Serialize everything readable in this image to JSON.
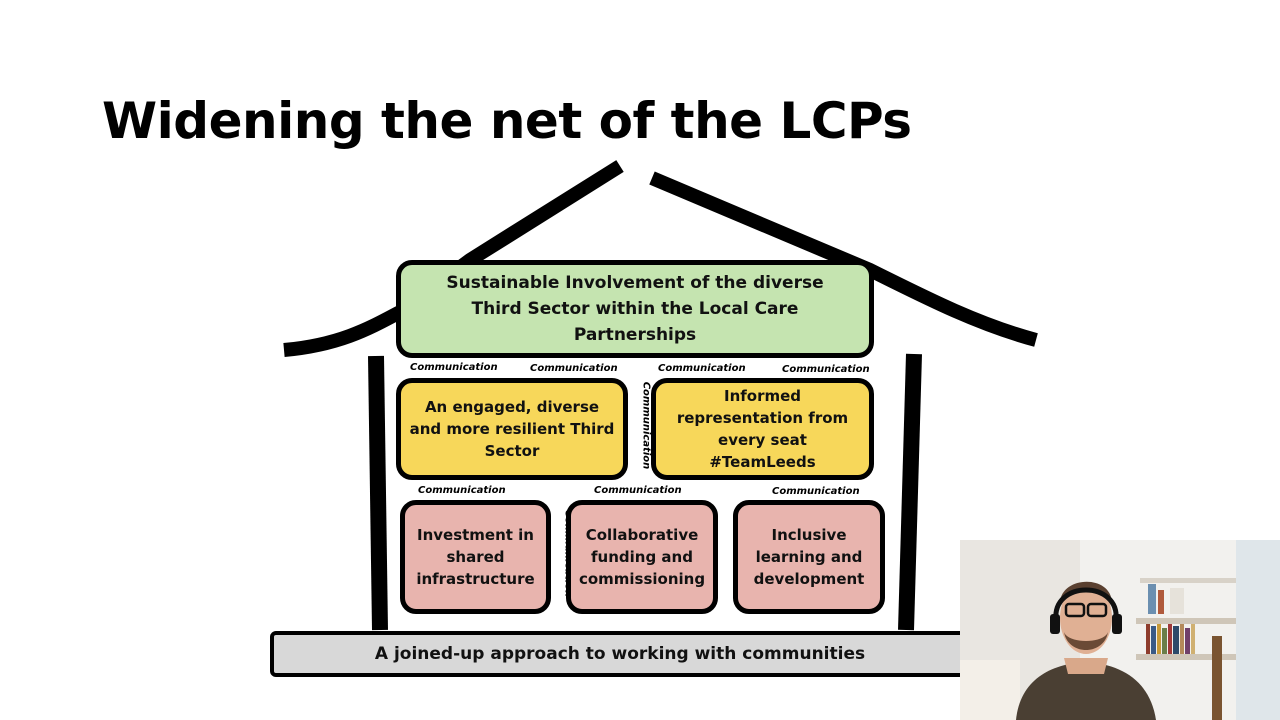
{
  "slide": {
    "title": "Widening the net of the LCPs"
  },
  "diagram": {
    "roof_box": "Sustainable Involvement of the diverse Third Sector within the Local Care Partnerships",
    "middle": [
      "An engaged, diverse and more resilient Third Sector",
      "Informed representation from every seat #TeamLeeds"
    ],
    "pillars": [
      "Investment in shared infrastructure",
      "Collaborative funding and commissioning",
      "Inclusive learning and development"
    ],
    "foundation": "A joined-up approach to working with communities",
    "connector_label": "Communication"
  },
  "colors": {
    "roof_box": "#c5e4b0",
    "middle": "#f7d75a",
    "pillars": "#e8b4ae",
    "foundation": "#d8d8d8"
  }
}
